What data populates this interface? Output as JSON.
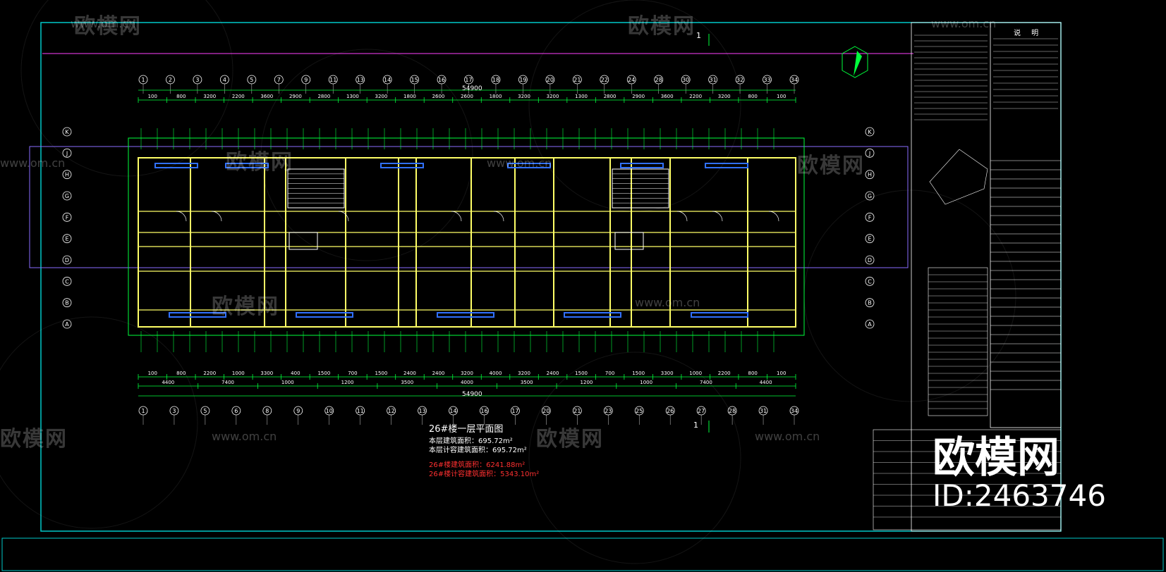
{
  "drawing": {
    "title": "26#楼一层平面图",
    "floor_area_label": "本层建筑面积：695.72m²",
    "floor_calc_area_label": "本层计容建筑面积：695.72m²",
    "building_area_label": "26#楼建筑面积：6241.88m²",
    "building_calc_area_label": "26#楼计容建筑面积：5343.10m²",
    "total_width_dim": "54900",
    "section_mark": "1",
    "notes_header": "说 明"
  },
  "axes": {
    "top": [
      "1",
      "2",
      "3",
      "4",
      "5",
      "7",
      "9",
      "11",
      "13",
      "14",
      "15",
      "16",
      "17",
      "18",
      "19",
      "20",
      "21",
      "22",
      "24",
      "28",
      "30",
      "31",
      "32",
      "33",
      "34"
    ],
    "bottom": [
      "1",
      "3",
      "5",
      "6",
      "8",
      "9",
      "10",
      "11",
      "12",
      "13",
      "14",
      "16",
      "17",
      "20",
      "21",
      "23",
      "25",
      "26",
      "27",
      "28",
      "31",
      "34"
    ],
    "left": [
      "K",
      "J",
      "H",
      "G",
      "F",
      "E",
      "D",
      "C",
      "B",
      "A"
    ],
    "right": [
      "K",
      "J",
      "H",
      "G",
      "F",
      "E",
      "D",
      "C",
      "B",
      "A"
    ]
  },
  "dimensions": {
    "top_row": [
      "100",
      "800",
      "3200",
      "2200",
      "3600",
      "2900",
      "2800",
      "1300",
      "3200",
      "1800",
      "2600",
      "2600",
      "1800",
      "3200",
      "3200",
      "1300",
      "2800",
      "2900",
      "3600",
      "2200",
      "3200",
      "800",
      "100"
    ],
    "bottom_row": [
      "100",
      "800",
      "2200",
      "1000",
      "3300",
      "400",
      "1500",
      "700",
      "1500",
      "2400",
      "2400",
      "3200",
      "4000",
      "3200",
      "2400",
      "1500",
      "700",
      "1500",
      "3300",
      "1000",
      "2200",
      "800",
      "100"
    ],
    "bottom_sub": [
      "4400",
      "7400",
      "1000",
      "1200",
      "3500",
      "4000",
      "3500",
      "1200",
      "1000",
      "7400",
      "4400"
    ]
  },
  "watermark": {
    "logo_text": "欧模网",
    "url_text": "www.om.cn",
    "corner_logo": "欧模网",
    "corner_id": "ID:2463746"
  },
  "colors": {
    "frame": "#00c8c8",
    "wall": "#ffff66",
    "green": "#00ff3c",
    "purple": "#8a6cff",
    "magenta": "#ff40ff",
    "blue": "#3070ff",
    "white": "#ffffff",
    "red": "#ff3030"
  }
}
